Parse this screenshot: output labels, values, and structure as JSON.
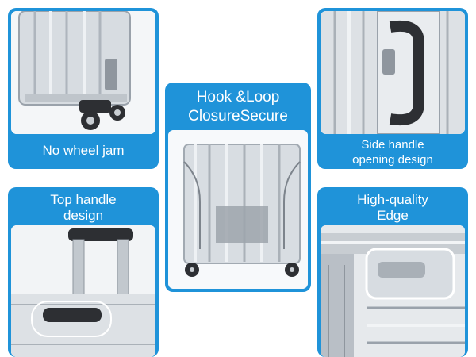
{
  "panels": {
    "wheel": {
      "caption": "No wheel jam"
    },
    "closure": {
      "caption_line1": "Hook &Loop",
      "caption_line2": "ClosureSecure"
    },
    "side_handle": {
      "caption_line1": "Side handle",
      "caption_line2": "opening design"
    },
    "top_handle": {
      "caption_line1": "Top handle",
      "caption_line2": "design"
    },
    "edge": {
      "caption_line1": "High-quality",
      "caption_line2": "Edge"
    }
  },
  "colors": {
    "accent_blue": "#1f93d9",
    "silver": "#c9ced3",
    "dark": "#2d2f33"
  },
  "icons": [
    "wheel-icon",
    "combination-lock-icon",
    "side-handle-icon",
    "telescopic-handle-icon",
    "strap-icon"
  ]
}
